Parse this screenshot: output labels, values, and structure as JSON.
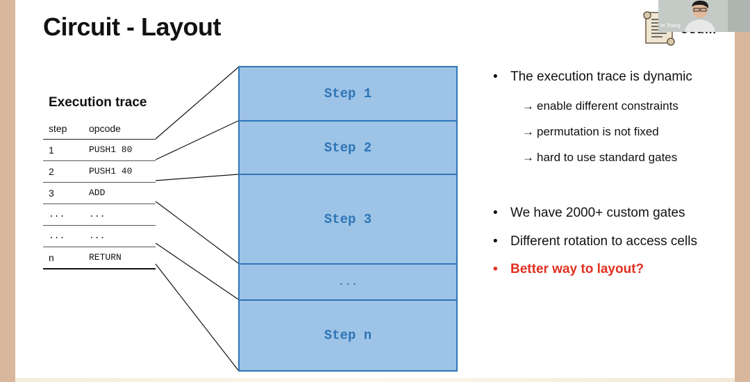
{
  "slide": {
    "title": "Circuit - Layout",
    "logo_partial_text": "ocum"
  },
  "video": {
    "participant_name": "Ye Zhang"
  },
  "trace": {
    "heading": "Execution trace",
    "columns": [
      "step",
      "opcode"
    ],
    "rows": [
      {
        "step": "1",
        "opcode": "PUSH1 80"
      },
      {
        "step": "2",
        "opcode": "PUSH1 40"
      },
      {
        "step": "3",
        "opcode": "ADD"
      },
      {
        "step": "...",
        "opcode": "..."
      },
      {
        "step": "...",
        "opcode": "..."
      },
      {
        "step": "n",
        "opcode": "RETURN"
      }
    ]
  },
  "blocks": [
    "Step 1",
    "Step 2",
    "Step 3",
    "...",
    "Step n"
  ],
  "bullets": {
    "b1": "The execution trace is dynamic",
    "sub1": "enable different constraints",
    "sub2": "permutation is not fixed",
    "sub3": "hard to use standard gates",
    "arrow": "→",
    "dot": "•",
    "b2": "We have 2000+ custom gates",
    "b3": "Different rotation to access cells",
    "b4": "Better way to layout?"
  },
  "colors": {
    "block_fill": "#9dc3e6",
    "block_border": "#2e75b6",
    "highlight_red": "#e03020"
  }
}
